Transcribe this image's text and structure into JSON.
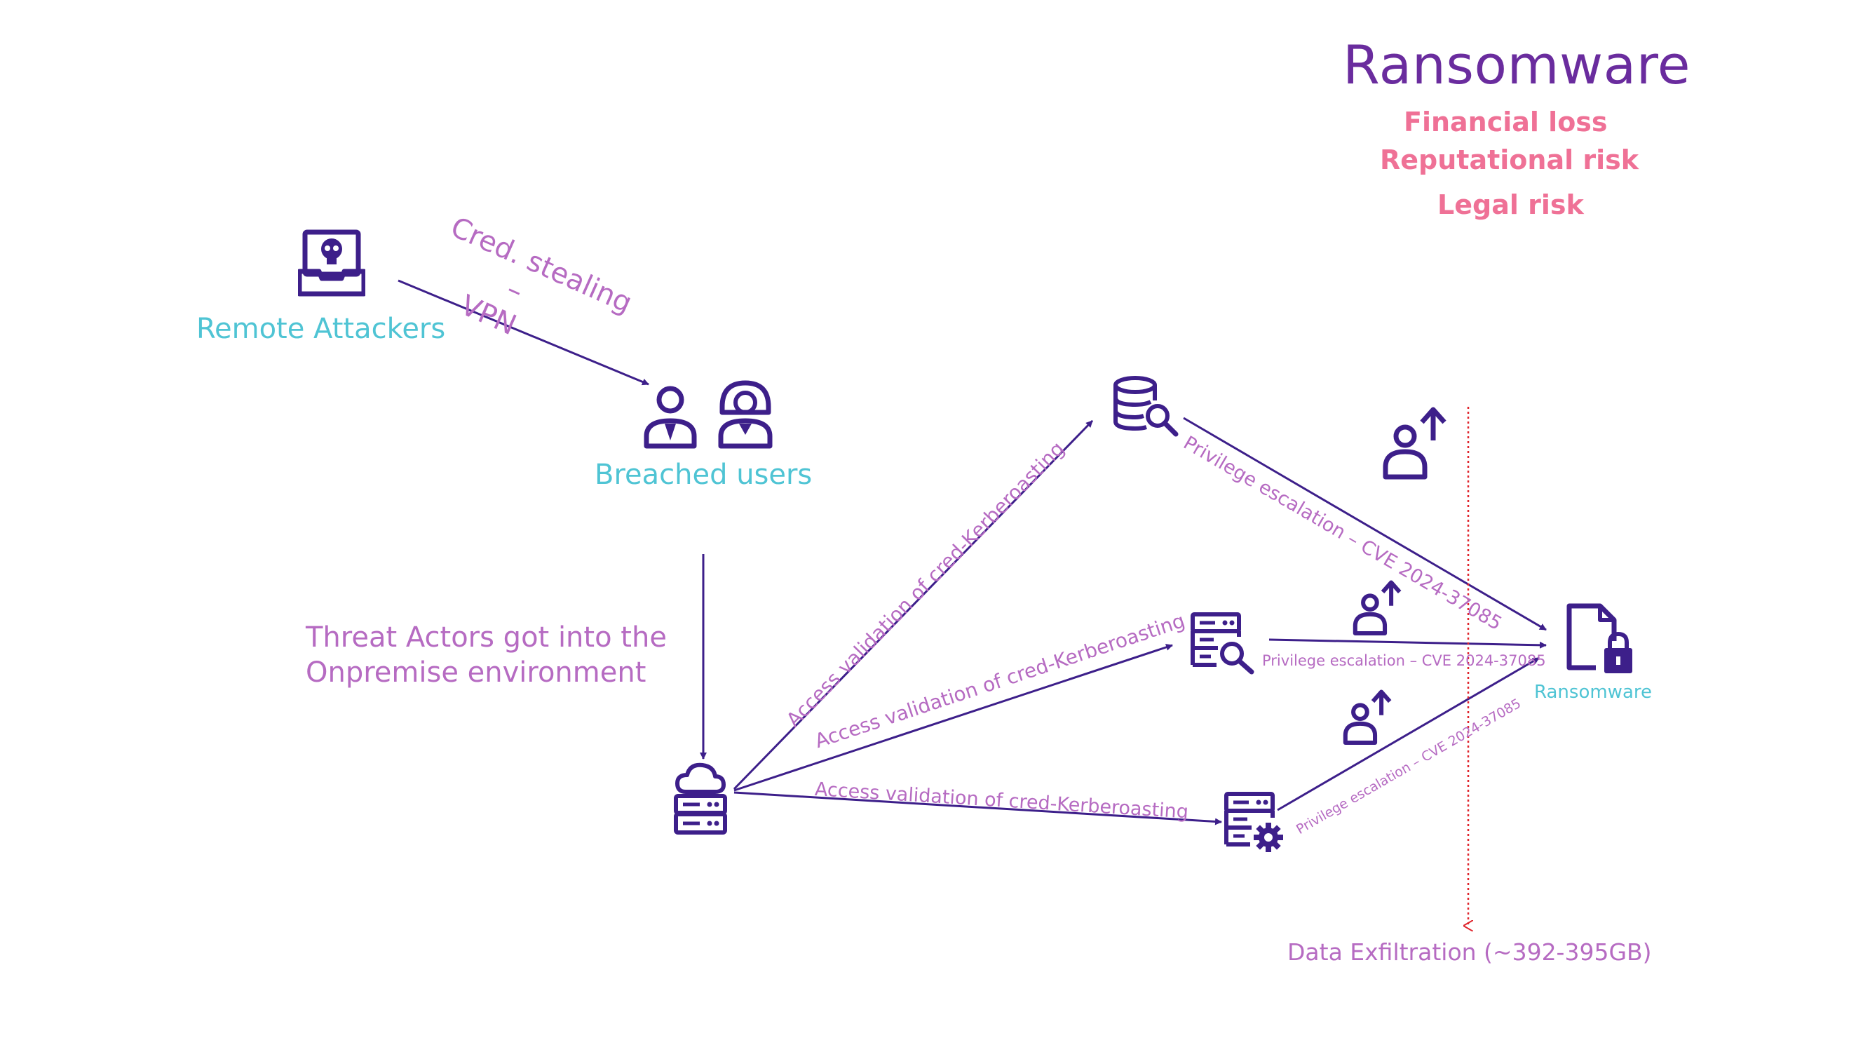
{
  "header": {
    "title": "Ransomware",
    "impacts": [
      "Financial loss",
      "Reputational risk",
      "Legal risk"
    ]
  },
  "nodes": {
    "remote_attackers": {
      "label": "Remote Attackers",
      "icon": "attacker-monitor-skull-icon"
    },
    "breached_users": {
      "label": "Breached users",
      "icons": [
        "user-icon",
        "female-user-icon"
      ]
    },
    "onprem_server": {
      "icon": "cloud-server-icon"
    },
    "db_search": {
      "icon": "database-search-icon"
    },
    "server_search": {
      "icon": "server-search-icon"
    },
    "server_gear": {
      "icon": "server-gear-icon"
    },
    "ransomware": {
      "label": "Ransomware",
      "icon": "file-lock-icon"
    },
    "priv_user_icons": [
      "user-up-arrow-icon",
      "user-up-arrow-icon",
      "user-up-arrow-icon"
    ]
  },
  "edges": {
    "cred_stealing": {
      "lines": [
        "Cred. stealing",
        "–",
        "VPN"
      ]
    },
    "threat_actors": {
      "lines": [
        "Threat Actors got into the",
        "Onpremise environment"
      ]
    },
    "access_1": "Access validation of cred-Kerberoasting",
    "access_2": "Access validation of cred-Kerberoasting",
    "access_3": "Access validation of cred-Kerberoasting",
    "priv_1": "Privilege escalation – CVE 2024-37085",
    "priv_2": "Privilege escalation – CVE 2024-37085",
    "priv_3": "Privilege escalation – CVE 2024-37085",
    "exfiltration": "Data Exfiltration (~392-395GB)"
  },
  "colors": {
    "title": "#6a2c9e",
    "impact": "#ef7196",
    "node_label": "#4fc4d4",
    "edge_label": "#b66bc2",
    "icon": "#3d1f8a",
    "arrow": "#3d1f8a",
    "exfil_line": "#e0242c"
  }
}
